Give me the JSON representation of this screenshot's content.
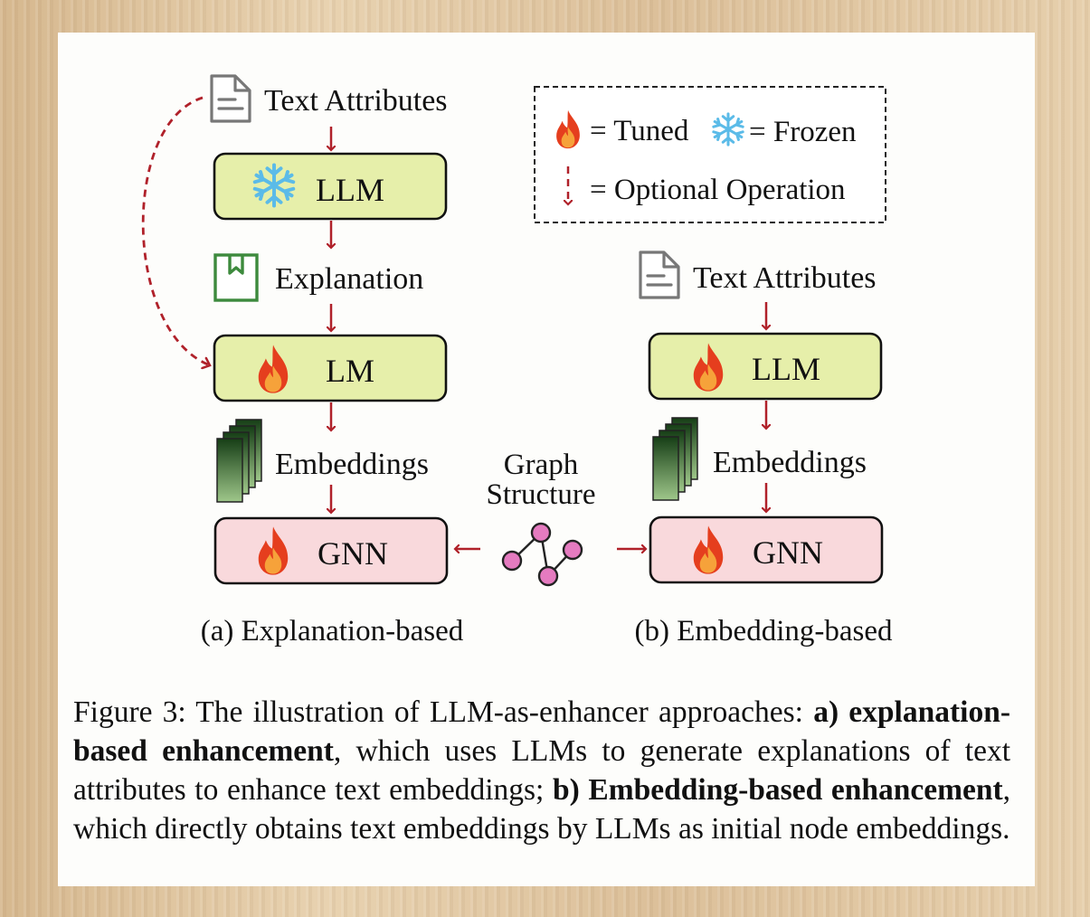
{
  "legend": {
    "tuned": "= Tuned",
    "frozen": "= Frozen",
    "optional": "= Optional Operation",
    "icons": [
      "fire-icon",
      "snowflake-icon",
      "dashed-arrow-icon"
    ]
  },
  "panel_a": {
    "text_attributes": "Text Attributes",
    "llm": "LLM",
    "explanation": "Explanation",
    "lm": "LM",
    "embeddings": "Embeddings",
    "gnn": "GNN",
    "caption": "(a) Explanation-based"
  },
  "panel_b": {
    "text_attributes": "Text Attributes",
    "llm": "LLM",
    "embeddings": "Embeddings",
    "gnn": "GNN",
    "caption": "(b) Embedding-based"
  },
  "graph_structure": {
    "line1": "Graph",
    "line2": "Structure"
  },
  "figure_caption": {
    "prefix": "Figure 3:  The illustration of LLM-as-enhancer approaches: ",
    "a_label": "a)",
    "a_title": "explanation-based enhancement",
    "a_text": ", which uses LLMs to generate explanations of text attributes to enhance text embeddings; ",
    "b_label": "b)",
    "b_title": "Embedding-based enhancement",
    "b_text": ", which directly obtains text embeddings by LLMs as initial node embeddings."
  },
  "colors": {
    "box_green": "#e6efaa",
    "box_pink": "#f9d9dc",
    "arrow_red": "#b0212a",
    "node_pink": "#e57bc0",
    "icon_green": "#3d8a3d",
    "flame_red": "#e53e1e",
    "flame_orange": "#f6a23a",
    "snow_blue": "#5bbbe8"
  }
}
